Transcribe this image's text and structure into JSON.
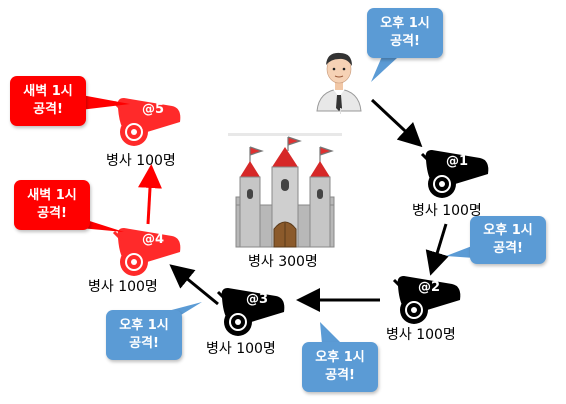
{
  "castle": {
    "label": "병사 300명"
  },
  "commander": {
    "bubble": "오후 1시\n공격!",
    "bubble_color": "#5b9bd5"
  },
  "cannons": [
    {
      "id": "@1",
      "label": "병사 100명",
      "color": "#000000",
      "bubble": "오후 1시\n공격!",
      "bubble_color": "#5b9bd5"
    },
    {
      "id": "@2",
      "label": "병사 100명",
      "color": "#000000",
      "bubble": "오후 1시\n공격!",
      "bubble_color": "#5b9bd5"
    },
    {
      "id": "@3",
      "label": "병사 100명",
      "color": "#000000",
      "bubble": "오후 1시\n공격!",
      "bubble_color": "#5b9bd5"
    },
    {
      "id": "@4",
      "label": "병사 100명",
      "color": "#ff0000",
      "bubble": "새벽 1시\n공격!",
      "bubble_color": "#ff0000"
    },
    {
      "id": "@5",
      "label": "병사 100명",
      "color": "#ff0000",
      "bubble": "새벽 1시\n공격!",
      "bubble_color": "#ff0000"
    }
  ]
}
